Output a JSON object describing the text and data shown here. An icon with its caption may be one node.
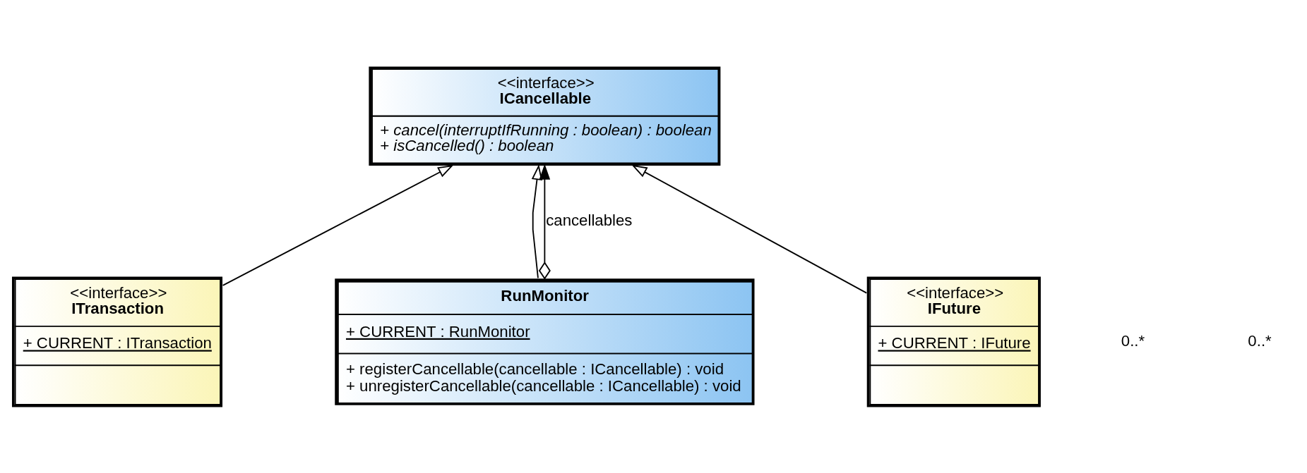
{
  "diagram": {
    "nodes": [
      {
        "text": [
          "<<interface>>",
          "ICancellable",
          "+ cancel(interruptIfRunning : boolean) : boolean",
          "+ isCancelled() : boolean"
        ]
      },
      {
        "text": [
          "<<interface>>",
          "ITransaction",
          "+ CURRENT : ITransaction"
        ]
      },
      {
        "text": [
          "RunMonitor",
          "+ CURRENT : RunMonitor",
          "+ registerCancellable(cancellable : ICancellable) : void",
          "+ unregisterCancellable(cancellable : ICancellable) : void"
        ]
      },
      {
        "text": [
          "<<interface>>",
          "IFuture",
          "+ CURRENT : IFuture"
        ]
      }
    ],
    "edges": [
      {
        "from": 1,
        "to": 0,
        "arrow": "to"
      },
      {
        "from": 2,
        "to": 0,
        "arrow": "to"
      },
      {
        "from": 3,
        "to": 0,
        "arrow": "to"
      },
      {
        "from": 2,
        "to": 0,
        "arrow": "to",
        "label": "cancellables"
      }
    ],
    "labels": [
      "0..*",
      "0..*"
    ]
  }
}
